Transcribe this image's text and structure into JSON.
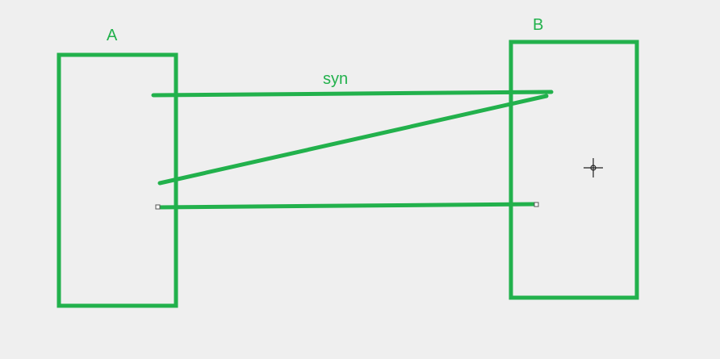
{
  "diagram": {
    "stroke_color": "#22b14c",
    "background_color": "#efefef",
    "nodes": [
      {
        "id": "A",
        "label": "A"
      },
      {
        "id": "B",
        "label": "B"
      }
    ],
    "edges": [
      {
        "id": "syn",
        "label": "syn",
        "from": "A",
        "to": "B"
      },
      {
        "id": "diagonal",
        "label": "",
        "from": "A",
        "to": "B"
      },
      {
        "id": "lower",
        "label": "",
        "from": "A",
        "to": "B"
      }
    ],
    "cursor_icon": "crosshair-move-icon"
  }
}
